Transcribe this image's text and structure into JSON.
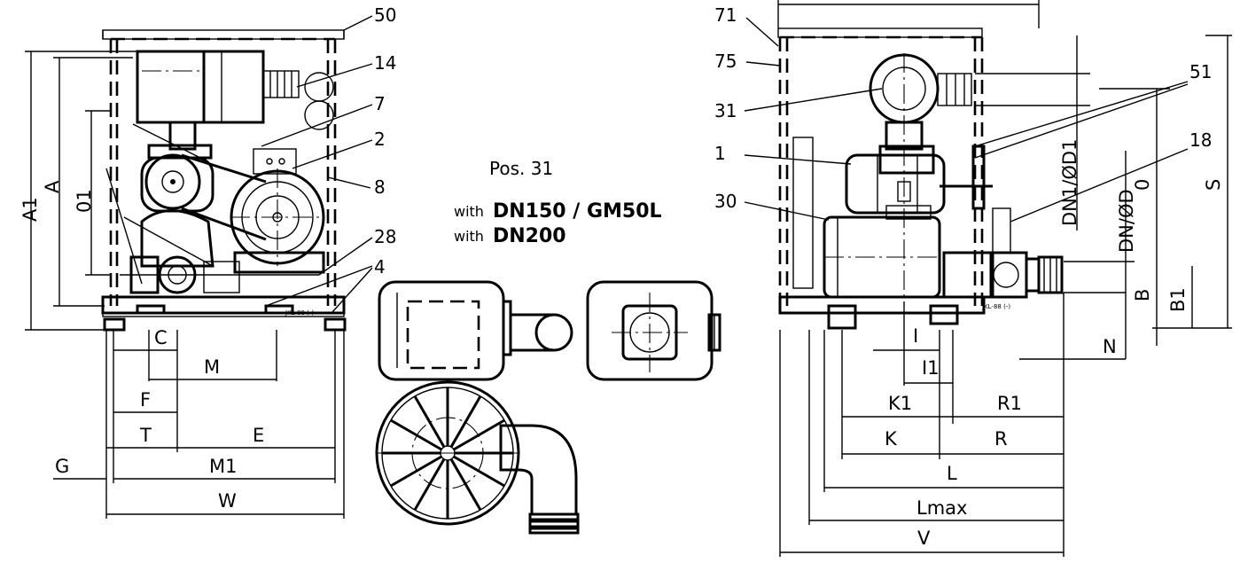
{
  "left_view": {
    "dimensions": {
      "A1": "A1",
      "A": "A",
      "O1": "01",
      "C": "C",
      "M": "M",
      "F": "F",
      "T": "T",
      "E": "E",
      "G": "G",
      "M1": "M1",
      "W": "W"
    },
    "positions": {
      "p50": "50",
      "p14": "14",
      "p7": "7",
      "p2": "2",
      "p8": "8",
      "p28": "28",
      "p4": "4"
    },
    "plate_text": "JKL-88 (-)"
  },
  "center": {
    "title": "Pos. 31",
    "options": [
      {
        "prefix": "with",
        "label": "DN150 / GM50L"
      },
      {
        "prefix": "with",
        "label": "DN200"
      }
    ]
  },
  "right_view": {
    "dimensions": {
      "I": "I",
      "I1": "I1",
      "K1": "K1",
      "R1": "R1",
      "K": "K",
      "R": "R",
      "L": "L",
      "Lmax": "Lmax",
      "V": "V",
      "N": "N",
      "B": "B",
      "B1": "B1",
      "O": "0",
      "S": "S",
      "DN1": "DN1/ØD1",
      "DN": "DN/ØD"
    },
    "positions": {
      "p71": "71",
      "p75": "75",
      "p31": "31",
      "p1": "1",
      "p30": "30",
      "p51": "51",
      "p18": "18"
    },
    "plate_text": "JKL-88 (-)"
  }
}
